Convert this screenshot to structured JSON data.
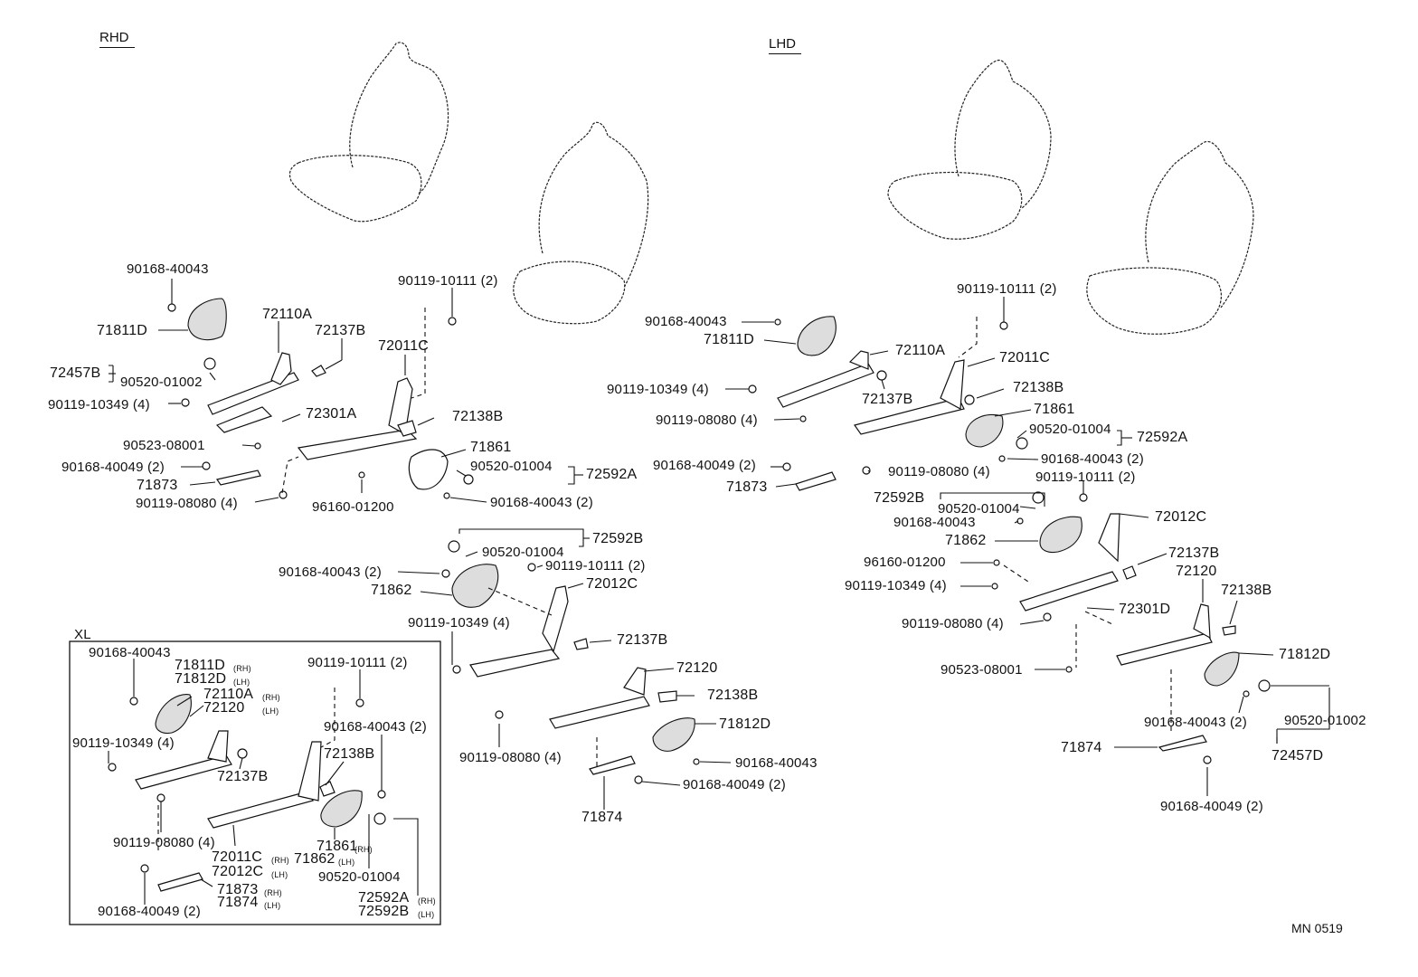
{
  "headers": {
    "rhd": "RHD",
    "lhd": "LHD",
    "xl": "XL"
  },
  "sheet_id": "MN 0519",
  "rhd_labels": [
    "90168-40043",
    "71811D",
    "72110A",
    "72137B",
    "72457B",
    "90520-01002",
    "90119-10349 (4)",
    "72301A",
    "90523-08001",
    "90168-40049 (2)",
    "71873",
    "90119-08080 (4)",
    "96160-01200",
    "90119-10111 (2)",
    "72011C",
    "72138B",
    "71861",
    "90520-01004",
    "72592A",
    "90168-40043 (2)",
    "72592B",
    "90520-01004",
    "90168-40043 (2)",
    "90119-10111 (2)",
    "71862",
    "72012C",
    "90119-10349 (4)",
    "72137B",
    "72120",
    "72138B",
    "71812D",
    "90168-40043",
    "90119-08080 (4)",
    "90168-40049 (2)",
    "71874"
  ],
  "lhd_labels": [
    "90168-40043",
    "71811D",
    "72110A",
    "90119-10111 (2)",
    "72011C",
    "90119-10349 (4)",
    "72137B",
    "72138B",
    "90119-08080 (4)",
    "71861",
    "90520-01004",
    "72592A",
    "90168-40043 (2)",
    "90168-40049 (2)",
    "90119-08080 (4)",
    "71873",
    "90119-10111 (2)",
    "72592B",
    "90520-01004",
    "90168-40043",
    "72012C",
    "71862",
    "72137B",
    "96160-01200",
    "72120",
    "90119-10349 (4)",
    "72138B",
    "72301D",
    "90119-08080 (4)",
    "71812D",
    "90523-08001",
    "90520-01002",
    "90168-40043 (2)",
    "71874",
    "72457D",
    "90168-40049 (2)"
  ],
  "xl_labels": [
    "90168-40043",
    "71811D",
    "(RH)",
    "71812D",
    "(LH)",
    "72110A",
    "(RH)",
    "72120",
    "(LH)",
    "90119-10111 (2)",
    "90168-40043 (2)",
    "90119-10349 (4)",
    "72138B",
    "72137B",
    "90119-08080 (4)",
    "72011C",
    "(RH)",
    "72012C",
    "(LH)",
    "71861",
    "(RH)",
    "71862",
    "(LH)",
    "90520-01004",
    "90168-40049 (2)",
    "71873",
    "(RH)",
    "71874",
    "(LH)",
    "72592A",
    "(RH)",
    "72592B",
    "(LH)"
  ]
}
